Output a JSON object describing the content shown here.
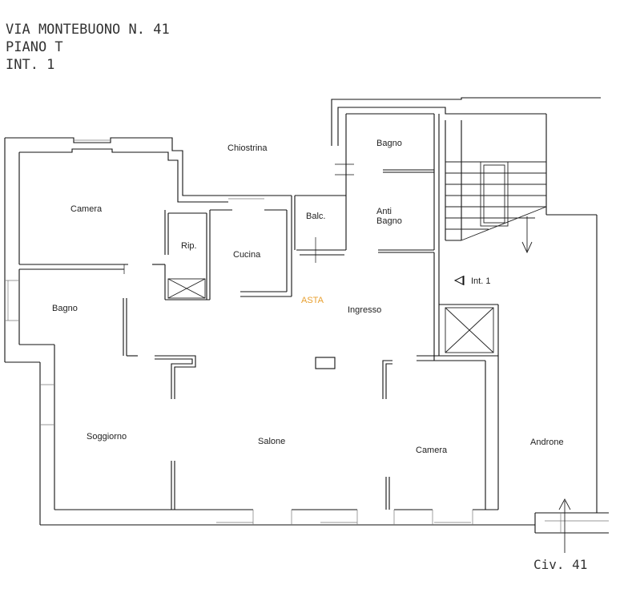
{
  "header": {
    "line1": "VIA MONTEBUONO N. 41",
    "line2": "PIANO T",
    "line3": "INT. 1"
  },
  "rooms": {
    "chiostrina": "Chiostrina",
    "bagno_top": "Bagno",
    "camera_left": "Camera",
    "balc": "Balc.",
    "anti_bagno_1": "Anti",
    "anti_bagno_2": "Bagno",
    "rip": "Rip.",
    "cucina": "Cucina",
    "bagno_left": "Bagno",
    "ingresso": "Ingresso",
    "soggiorno": "Soggiorno",
    "salone": "Salone",
    "camera_right": "Camera",
    "androne": "Androne"
  },
  "labels": {
    "int": "Int. 1",
    "asta": "ASTA",
    "civ": "Civ. 41"
  },
  "colors": {
    "asta": "#e8a030",
    "walls": "#111111"
  }
}
